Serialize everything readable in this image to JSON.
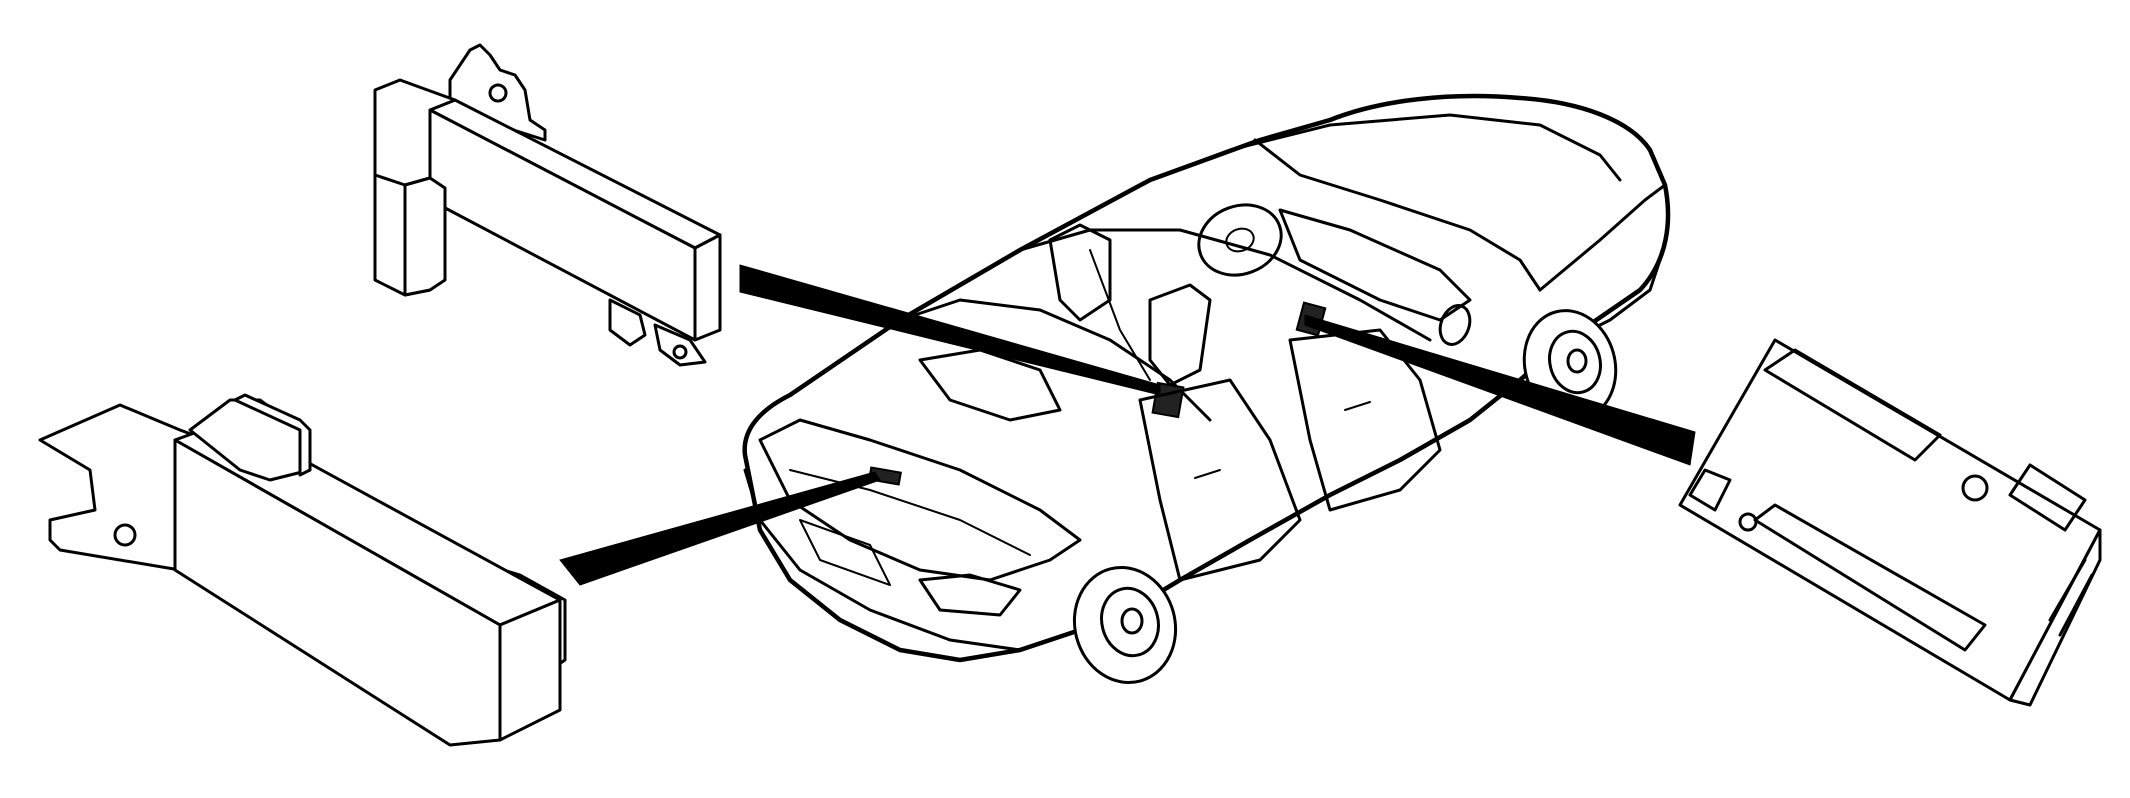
{
  "diagram": {
    "colors": {
      "line": "#000000",
      "background": "#ffffff"
    },
    "components": [
      {
        "name": "upper-left-module",
        "icon": "bracket-module-icon"
      },
      {
        "name": "lower-left-module",
        "icon": "flat-antenna-module-icon"
      },
      {
        "name": "right-module",
        "icon": "flat-control-unit-icon"
      }
    ],
    "pointers": [
      {
        "from": "upper-left-module",
        "to": "car-center-console"
      },
      {
        "from": "lower-left-module",
        "to": "car-trunk-lid"
      },
      {
        "from": "right-module",
        "to": "car-dashboard"
      }
    ]
  }
}
